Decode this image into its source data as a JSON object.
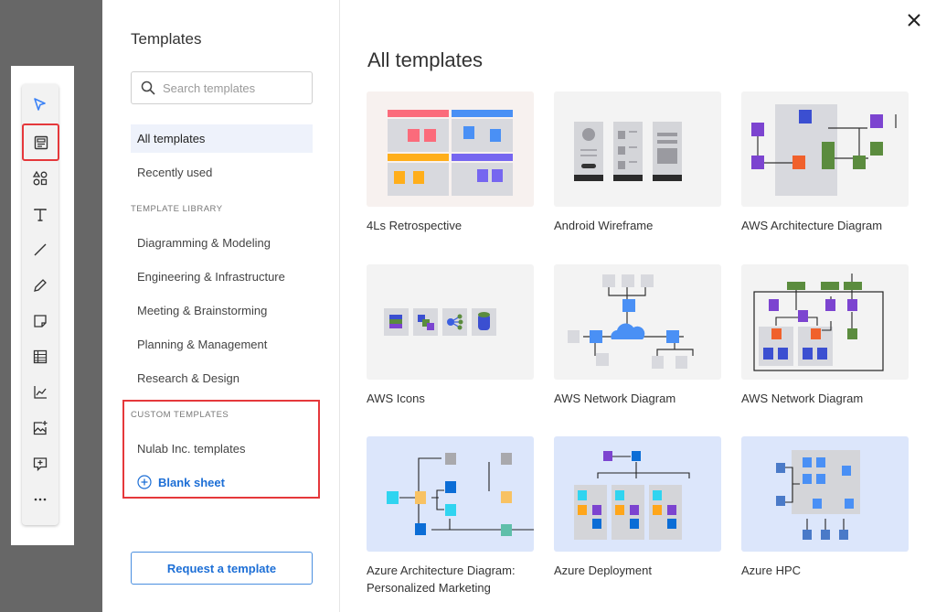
{
  "toolbar": {
    "items": [
      "select-pointer",
      "templates",
      "shapes",
      "text",
      "line",
      "pen",
      "sticky-note",
      "table",
      "chart",
      "image",
      "comment",
      "more"
    ]
  },
  "sidebar": {
    "title": "Templates",
    "search_placeholder": "Search templates",
    "nav": [
      {
        "label": "All templates",
        "active": true
      },
      {
        "label": "Recently used"
      }
    ],
    "library_header": "TEMPLATE LIBRARY",
    "library": [
      "Diagramming & Modeling",
      "Engineering & Infrastructure",
      "Meeting & Brainstorming",
      "Planning & Management",
      "Research & Design"
    ],
    "custom_header": "CUSTOM TEMPLATES",
    "custom": [
      "Nulab Inc. templates"
    ],
    "blank_sheet": "Blank sheet",
    "request_button": "Request a template"
  },
  "main": {
    "title": "All templates",
    "templates": [
      {
        "label": "4Ls Retrospective"
      },
      {
        "label": "Android Wireframe"
      },
      {
        "label": "AWS Architecture Diagram"
      },
      {
        "label": "AWS Icons"
      },
      {
        "label": "AWS Network Diagram"
      },
      {
        "label": "AWS Network Diagram"
      },
      {
        "label": "Azure Architecture Diagram: Personalized Marketing"
      },
      {
        "label": "Azure Deployment"
      },
      {
        "label": "Azure HPC"
      }
    ]
  },
  "colors": {
    "accent": "#1d6fd6",
    "highlight": "#e5383b"
  }
}
